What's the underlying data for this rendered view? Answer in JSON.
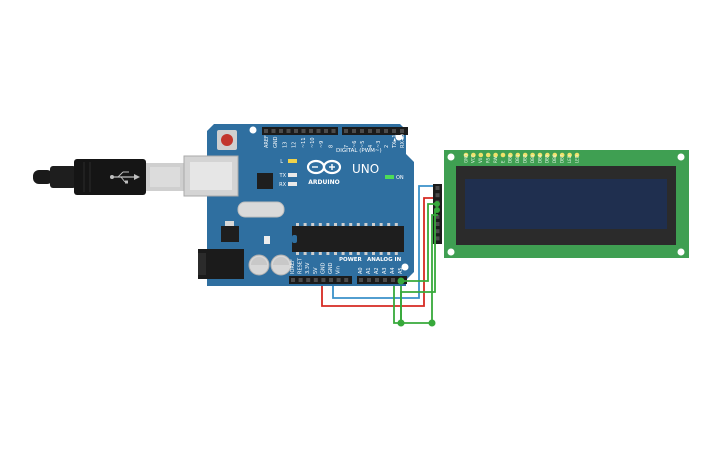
{
  "board": {
    "model": "UNO",
    "brand": "ARDUINO",
    "digital_header_label": "DIGITAL (PWM~)",
    "power_label": "POWER",
    "analog_label": "ANALOG IN",
    "on_label": "ON",
    "led_labels": [
      "L",
      "TX",
      "RX"
    ],
    "top_pins_left": [
      "AREF",
      "GND",
      "13",
      "12",
      "~11",
      "~10",
      "~9",
      "8"
    ],
    "top_pins_right": [
      "7",
      "~6",
      "~5",
      "4",
      "~3",
      "2",
      "TX►1",
      "RX◄0"
    ],
    "power_pins": [
      "IOREF",
      "RESET",
      "3.3V",
      "5V",
      "GND",
      "GND",
      "Vin"
    ],
    "analog_pins": [
      "A0",
      "A1",
      "A2",
      "A3",
      "A4",
      "A5"
    ]
  },
  "lcd": {
    "pin_labels": [
      "GND",
      "VCC",
      "V0",
      "RS",
      "RW",
      "E",
      "DB0",
      "DB1",
      "DB2",
      "DB3",
      "DB4",
      "DB5",
      "DB6",
      "DB7",
      "LED",
      "LED"
    ]
  },
  "colors": {
    "board_blue": "#2f6fa0",
    "lcd_pcb": "#3f9f52",
    "lcd_screen": "#1f2f4f",
    "wire_red": "#d62a22",
    "wire_blue": "#3a91c9",
    "wire_green": "#37a93b"
  }
}
